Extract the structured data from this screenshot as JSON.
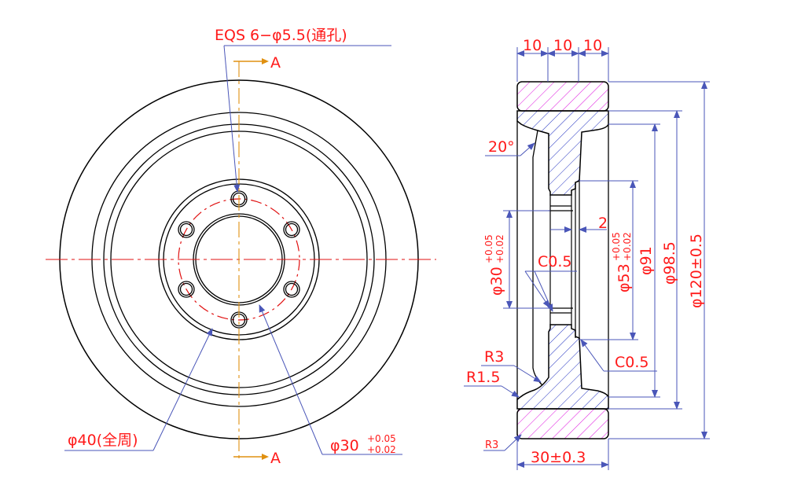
{
  "colors": {
    "outline": "#000000",
    "dimension_line": "#4a56b8",
    "dimension_text": "#ff1a1a",
    "center_line": "#e01010",
    "section_line": "#e09010",
    "hatch_rubber": "#e020e0",
    "hatch_hub": "#2030c0"
  },
  "front_view": {
    "hole_callout": "EQS 6−φ5.5(通孔)",
    "section_mark_top": "A",
    "section_mark_bottom": "A",
    "bore_label": "φ40(全周)",
    "bore_dia": "φ30",
    "bore_tol_upper": "+0.05",
    "bore_tol_lower": "+0.02"
  },
  "side_view": {
    "width_a": "10",
    "width_b": "10",
    "width_c": "10",
    "angle": "20°",
    "step_depth": "2",
    "chamfer_inner": "C0.5",
    "chamfer_outer": "C0.5",
    "bore_dia": "φ30",
    "bore_tol_upper": "+0.05",
    "bore_tol_lower": "+0.02",
    "shoulder_dia": "φ53",
    "shoulder_tol_upper": "+0.05",
    "shoulder_tol_lower": "+0.02",
    "dia_91": "φ91",
    "dia_98_5": "φ98.5",
    "dia_120": "φ120±0.5",
    "radius_r3": "R3",
    "radius_r1_5": "R1.5",
    "radius_r3_bottom": "R3",
    "total_width": "30±0.3"
  }
}
